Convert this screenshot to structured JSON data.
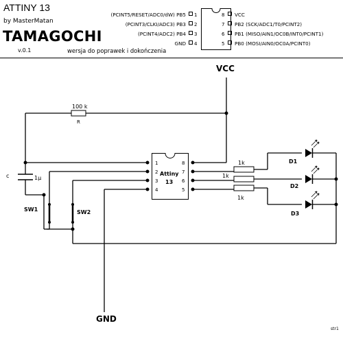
{
  "header": {
    "title": "ATTINY 13",
    "author": "by MasterMatan",
    "app_name": "TAMAGOCHI",
    "version": "v.0.1",
    "note": "wersja do poprawek i dokończenia"
  },
  "pinout": {
    "left": [
      {
        "num": "1",
        "label": "(PCINT5/RESET/ADC0/dW) PB5"
      },
      {
        "num": "2",
        "label": "(PCINT3/CLKI/ADC3) PB3"
      },
      {
        "num": "3",
        "label": "(PCINT4/ADC2) PB4"
      },
      {
        "num": "4",
        "label": "GND"
      }
    ],
    "right": [
      {
        "num": "8",
        "label": "VCC"
      },
      {
        "num": "7",
        "label": "PB2 (SCK/ADC1/T0/PCINT2)"
      },
      {
        "num": "6",
        "label": "PB1 (MISO/AIN1/OC0B/INT0/PCINT1)"
      },
      {
        "num": "5",
        "label": "PB0 (MOSI/AIN0/OC0A/PCINT0)"
      }
    ]
  },
  "schematic": {
    "vcc": "VCC",
    "gnd": "GND",
    "chip": {
      "line1": "Attiny",
      "line2": "13"
    },
    "pins_left": [
      "1",
      "2",
      "3",
      "4"
    ],
    "pins_right": [
      "8",
      "7",
      "6",
      "5"
    ],
    "pullup": {
      "value": "100 k",
      "name": "R"
    },
    "cap": {
      "name": "c",
      "value": "1µ"
    },
    "switches": [
      "SW1",
      "SW2"
    ],
    "resistors": [
      "1k",
      "1k",
      "1k"
    ],
    "leds": [
      "D1",
      "D2",
      "D3"
    ],
    "signature": "str1"
  }
}
